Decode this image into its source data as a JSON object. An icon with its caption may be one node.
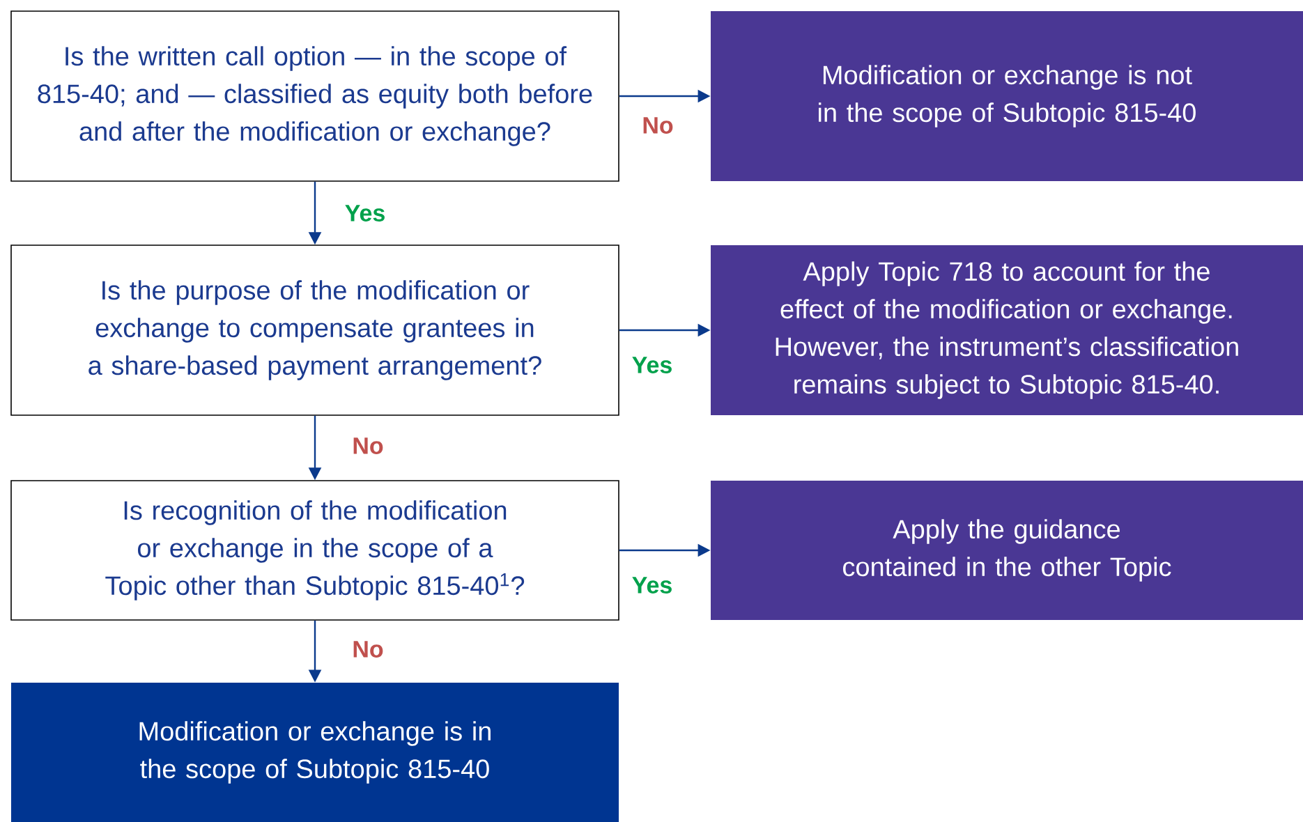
{
  "diagram": {
    "nodes": [
      {
        "text": [
          "Is the written call option — in the scope of 815-40; and — classified as equity both before and after the modification or exchange?"
        ]
      },
      {
        "text": [
          "Is the purpose of the modification or exchange to compensate grantees in a share-based payment arrangement?"
        ]
      },
      {
        "text": [
          "Is recognition of the modification or exchange in the scope of a Topic other than Subtopic 815-40$^{1}$?"
        ]
      },
      {
        "text": [
          "Modification or exchange is in the scope of Subtopic 815-40"
        ]
      },
      {
        "text": [
          "Modification or exchange is not in the scope of Subtopic 815-40"
        ]
      },
      {
        "text": [
          "Apply Topic 718 to account for the effect of the modification or exchange. However, the instrument’s classification remains subject to Subtopic 815-40."
        ]
      },
      {
        "text": [
          "Apply the guidance contained in the other Topic"
        ]
      }
    ],
    "edges": [
      {
        "from": 0,
        "to": 4,
        "arrow": "to",
        "label": "No"
      },
      {
        "from": 0,
        "to": 1,
        "arrow": "to",
        "label": "Yes"
      },
      {
        "from": 1,
        "to": 5,
        "arrow": "to",
        "label": "Yes"
      },
      {
        "from": 1,
        "to": 2,
        "arrow": "to",
        "label": "No"
      },
      {
        "from": 2,
        "to": 6,
        "arrow": "to",
        "label": "Yes"
      },
      {
        "from": 2,
        "to": 3,
        "arrow": "to",
        "label": "No"
      }
    ]
  }
}
